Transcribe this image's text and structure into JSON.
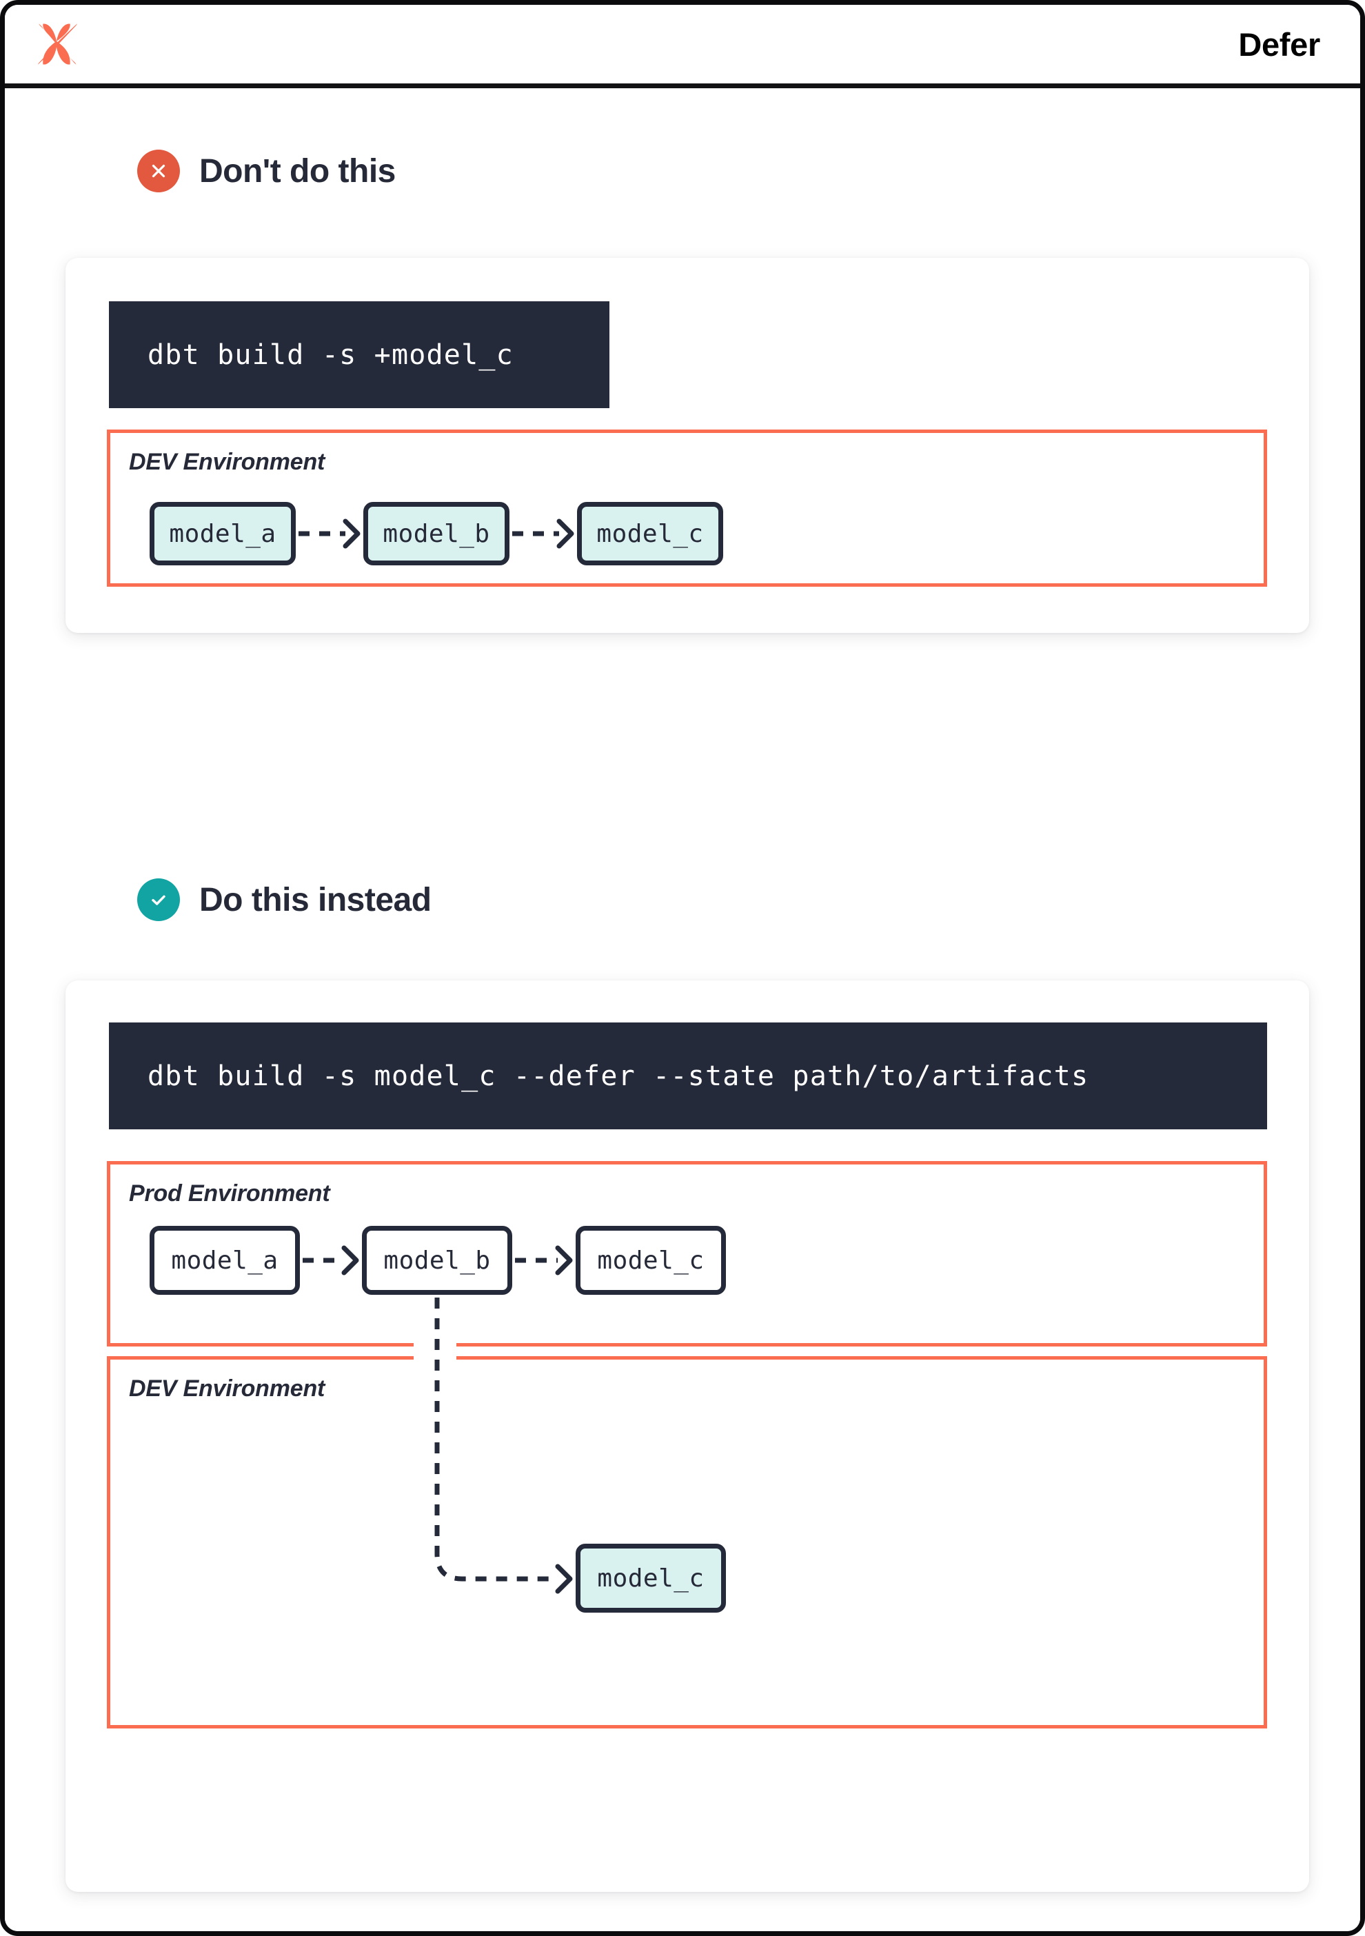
{
  "header": {
    "logo_icon": "dbt-logo-icon",
    "title": "Defer"
  },
  "sections": [
    {
      "id": "dont",
      "badge_icon": "x-circle-icon",
      "badge_color": "#e2593f",
      "title": "Don't do this",
      "command": "dbt build -s +model_c",
      "environments": [
        {
          "label": "DEV Environment",
          "nodes": [
            "model_a",
            "model_b",
            "model_c"
          ],
          "node_style": "teal"
        }
      ]
    },
    {
      "id": "do",
      "badge_icon": "check-circle-icon",
      "badge_color": "#12a3a3",
      "title": "Do this instead",
      "command": "dbt build -s model_c --defer --state path/to/artifacts",
      "environments": [
        {
          "label": "Prod Environment",
          "nodes": [
            "model_a",
            "model_b",
            "model_c"
          ],
          "node_style": "white"
        },
        {
          "label": "DEV Environment",
          "nodes": [
            "model_c"
          ],
          "node_style": "teal"
        }
      ]
    }
  ],
  "colors": {
    "accent_orange": "#fb6d51",
    "logo_orange": "#fb6d51",
    "dark_navy": "#252a3a",
    "node_teal": "#d9f2f0",
    "bad_red": "#e2593f",
    "good_teal": "#12a3a3",
    "terminal_bg": "#252a3a"
  }
}
